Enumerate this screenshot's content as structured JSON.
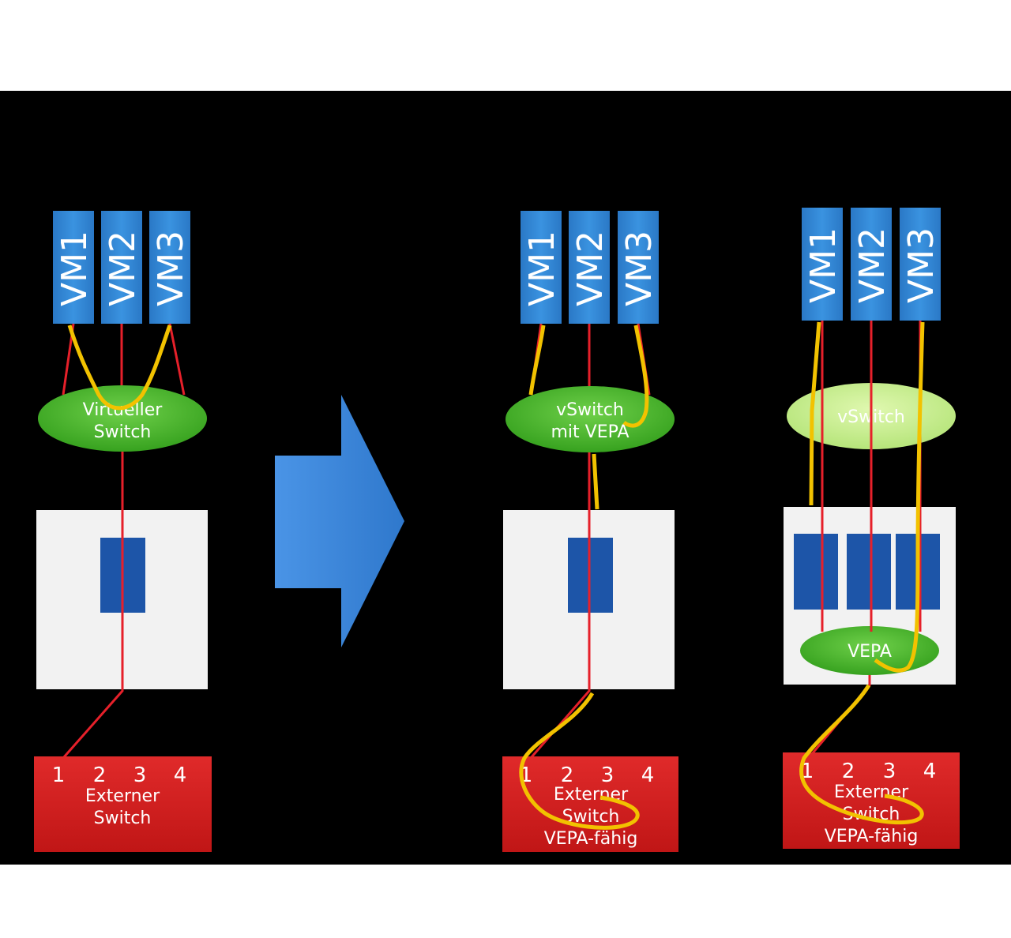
{
  "colors": {
    "background": "#000000",
    "page": "#ffffff",
    "vm_fill": "#2f86d4",
    "switch_fill": "#48b62b",
    "switch_light_fill": "#c8ee8c",
    "server_fill": "#f2f2f2",
    "nic_fill": "#1d55a8",
    "external_fill": "#d42020",
    "red_link": "#e6202a",
    "yellow_path": "#f2c200",
    "arrow_fill": "#3a83d8"
  },
  "diagrams": [
    {
      "vms": [
        "VM1",
        "VM2",
        "VM3"
      ],
      "switch_label": [
        "Virtueller",
        "Switch"
      ],
      "ports": [
        "1",
        "2",
        "3",
        "4"
      ],
      "external_label": [
        "Externer",
        "Switch"
      ]
    },
    {
      "vms": [
        "VM1",
        "VM2",
        "VM3"
      ],
      "switch_label": [
        "vSwitch",
        "mit VEPA"
      ],
      "ports": [
        "1",
        "2",
        "3",
        "4"
      ],
      "external_label": [
        "Externer",
        "Switch",
        "VEPA-fähig"
      ]
    },
    {
      "vms": [
        "VM1",
        "VM2",
        "VM3"
      ],
      "switch_label": [
        "vSwitch"
      ],
      "vepa_label": "VEPA",
      "ports": [
        "1",
        "2",
        "3",
        "4"
      ],
      "external_label": [
        "Externer",
        "Switch",
        "VEPA-fähig"
      ]
    }
  ],
  "icons": {
    "transition_arrow": "arrow-right-icon"
  }
}
